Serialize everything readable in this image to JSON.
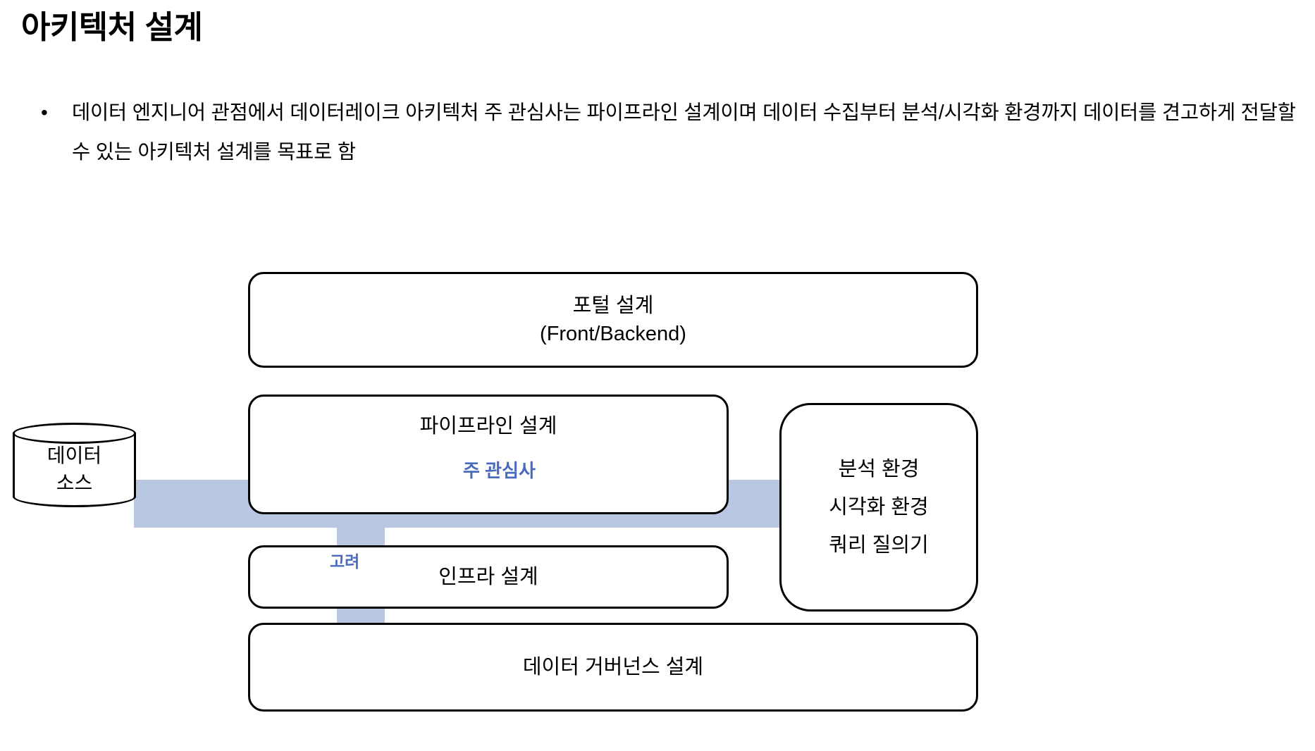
{
  "slide": {
    "title": "아키텍처 설계",
    "bullet_marker": "•",
    "bullet_text": "데이터 엔지니어 관점에서 데이터레이크 아키텍처 주 관심사는 파이프라인 설계이며 데이터 수집부터 분석/시각화 환경까지 데이터를 견고하게 전달할 수 있는 아키텍처 설계를 목표로 함"
  },
  "diagram": {
    "source": {
      "name": "data-source-cylinder",
      "line1": "데이터",
      "line2": "소스"
    },
    "portal": {
      "line1": "포털 설계",
      "line2": "(Front/Backend)"
    },
    "pipeline": {
      "label": "파이프라인 설계"
    },
    "infra": {
      "label": "인프라 설계"
    },
    "governance": {
      "label": "데이터 거버넌스 설계"
    },
    "analytics": {
      "line1": "분석 환경",
      "line2": "시각화 환경",
      "line3": "쿼리 질의기"
    },
    "arrows": {
      "main_flow_label": "주 관심사",
      "consider_label": "고려",
      "fill_color": "#b9c7e2",
      "label_color": "#4a6bbd"
    }
  }
}
